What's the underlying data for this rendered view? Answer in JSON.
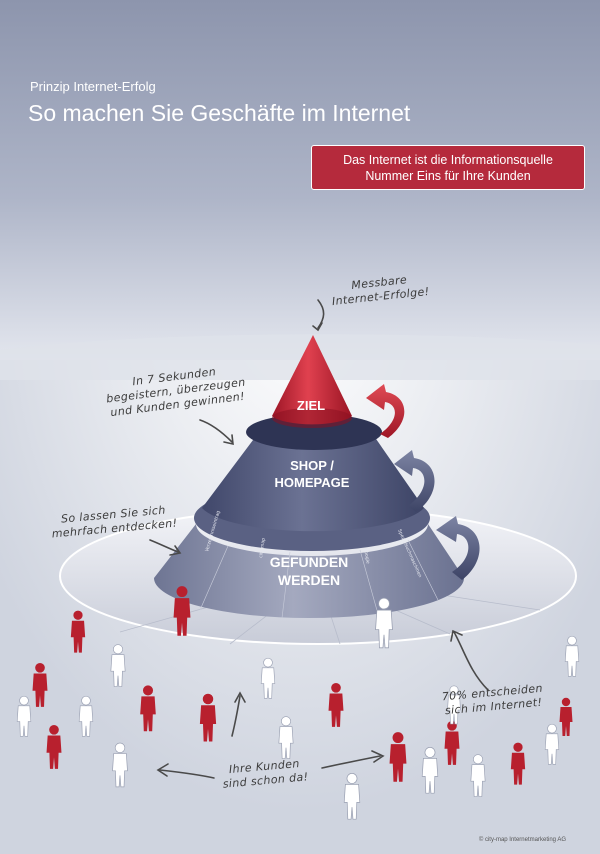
{
  "header": {
    "subtitle": "Prinzip Internet-Erfolg",
    "title": "So machen Sie Geschäfte im Internet"
  },
  "banner": {
    "line1": "Das Internet ist die Informationsquelle",
    "line2": "Nummer Eins für Ihre Kunden"
  },
  "pyramid": {
    "top_label": "ZIEL",
    "middle_label_line1": "SHOP /",
    "middle_label_line2": "HOMEPAGE",
    "bottom_label_line1": "GEFUNDEN",
    "bottom_label_line2": "WERDEN",
    "small_labels": [
      "Verzeichniseintrag",
      "city-map",
      "Google",
      "Spezialsuchmaschinen"
    ]
  },
  "notes": {
    "measurable_line1": "Messbare",
    "measurable_line2": "Internet-Erfolge!",
    "seconds_line1": "In 7 Sekunden",
    "seconds_line2": "begeistern, überzeugen",
    "seconds_line3": "und Kunden gewinnen!",
    "discover_line1": "So lassen Sie sich",
    "discover_line2": "mehrfach entdecken!",
    "decide_line1": "70% entscheiden",
    "decide_line2": "sich im Internet!",
    "customers_line1": "Ihre Kunden",
    "customers_line2": "sind schon da!"
  },
  "footer": {
    "copyright": "© city-map Internetmarketing AG"
  },
  "colors": {
    "banner_red": "#b52a3c",
    "tier_top": "#c4273a",
    "tier_middle": "#5d6585",
    "tier_bottom": "#8b91aa",
    "person_red": "#b8202e",
    "person_white": "#ffffff"
  }
}
